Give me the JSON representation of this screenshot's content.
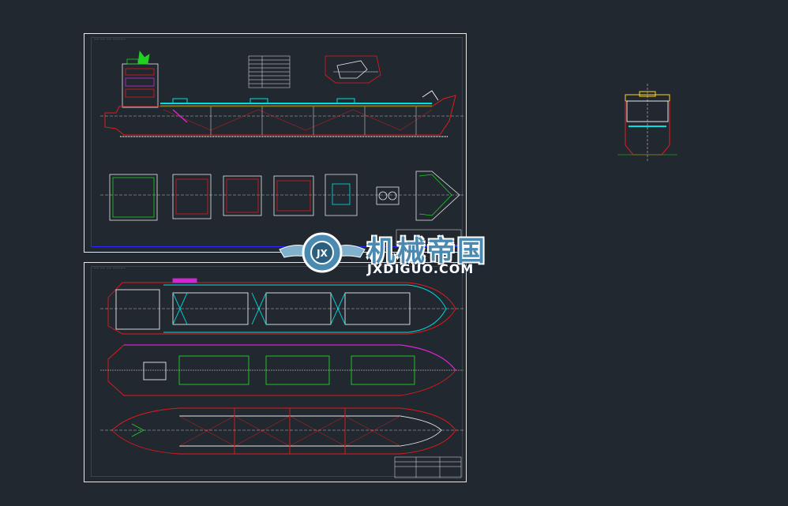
{
  "app": {
    "title": "CAD drawing viewer"
  },
  "sheets": [
    {
      "id": "top",
      "label": "—— —— —— —————"
    },
    {
      "id": "bottom",
      "label": "—— —— —— —————"
    }
  ],
  "watermark": {
    "cn": "机械帝国",
    "en": "JXDIGUO.COM",
    "logo_text": "JX"
  },
  "colors": {
    "background": "#212830",
    "frame": "#2a2aff",
    "hull": "#e31b1b",
    "deck": "#00e0e0",
    "equipment": "#22d022",
    "yellow": "#ffd21a",
    "magenta": "#d326d3"
  }
}
